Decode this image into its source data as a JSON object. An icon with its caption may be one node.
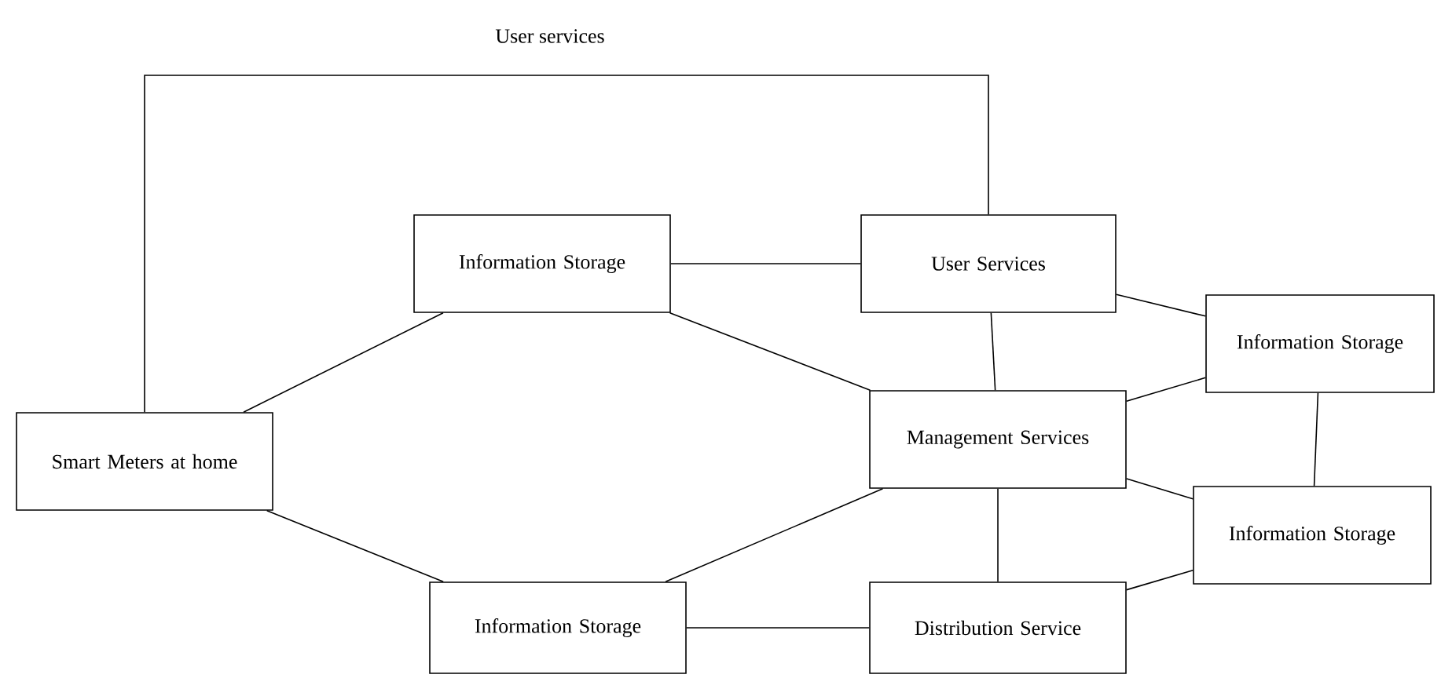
{
  "diagram": {
    "nodes": [
      {
        "text": [
          "Smart Meters at home"
        ]
      },
      {
        "text": [
          "Information Storage"
        ]
      },
      {
        "text": [
          "User Services"
        ]
      },
      {
        "text": [
          "Management Services"
        ]
      },
      {
        "text": [
          "Information Storage"
        ]
      },
      {
        "text": [
          "Information Storage"
        ]
      },
      {
        "text": [
          "Information Storage"
        ]
      },
      {
        "text": [
          "Distribution Service"
        ]
      }
    ],
    "edges": [
      {
        "from": 0,
        "to": 2,
        "arrow": "none",
        "label": "User services"
      },
      {
        "from": 0,
        "to": 1,
        "arrow": "none"
      },
      {
        "from": 0,
        "to": 6,
        "arrow": "none"
      },
      {
        "from": 1,
        "to": 2,
        "arrow": "none"
      },
      {
        "from": 1,
        "to": 3,
        "arrow": "none"
      },
      {
        "from": 2,
        "to": 3,
        "arrow": "none"
      },
      {
        "from": 2,
        "to": 4,
        "arrow": "none"
      },
      {
        "from": 3,
        "to": 4,
        "arrow": "none"
      },
      {
        "from": 3,
        "to": 5,
        "arrow": "none"
      },
      {
        "from": 4,
        "to": 5,
        "arrow": "none"
      },
      {
        "from": 3,
        "to": 7,
        "arrow": "none"
      },
      {
        "from": 6,
        "to": 3,
        "arrow": "none"
      },
      {
        "from": 6,
        "to": 7,
        "arrow": "none"
      },
      {
        "from": 7,
        "to": 5,
        "arrow": "none"
      }
    ]
  }
}
